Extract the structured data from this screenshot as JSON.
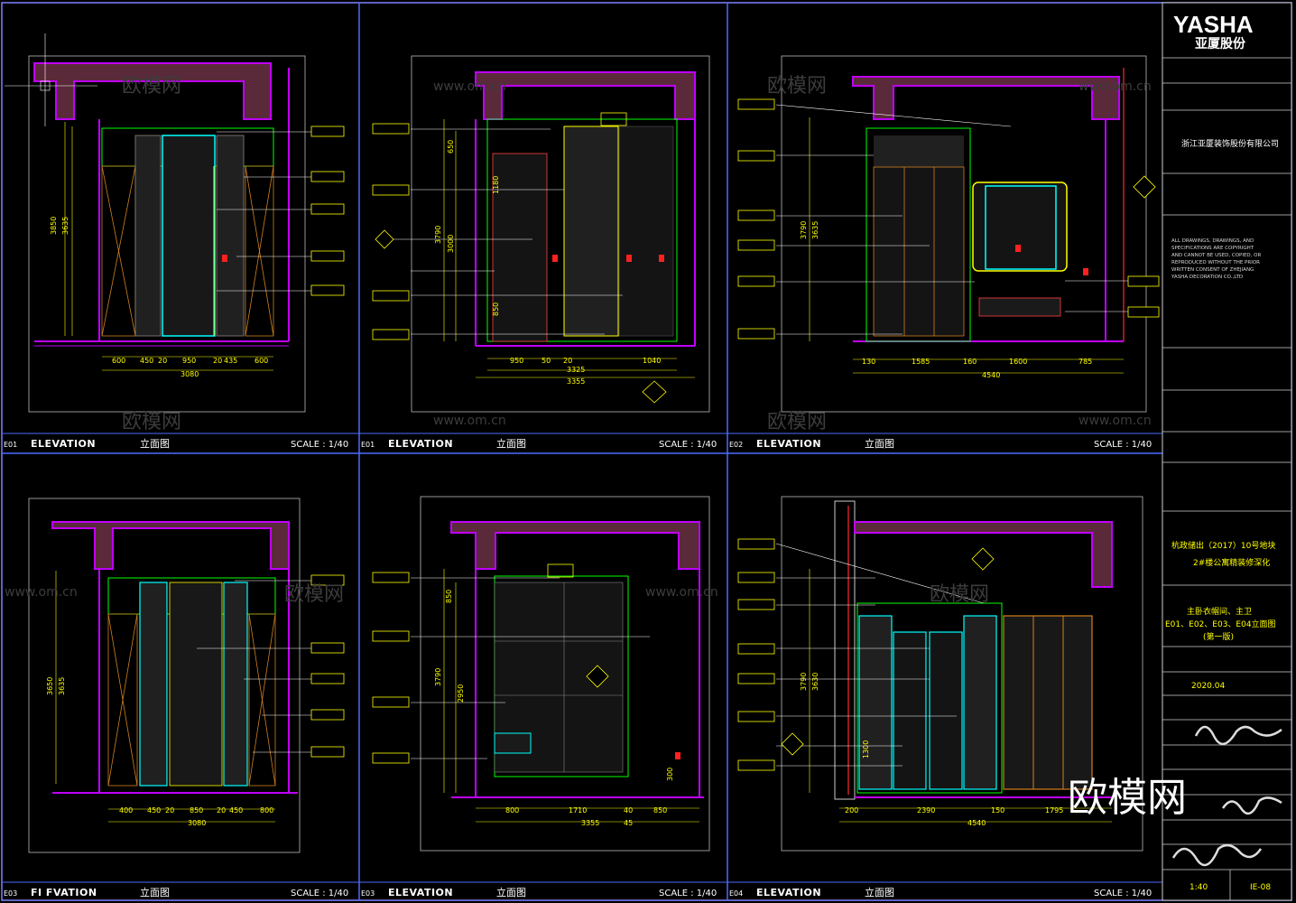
{
  "title_block": {
    "brand": "YASHA",
    "brand_cn": "亚厦股份",
    "company": "浙江亚厦装饰股份有限公司",
    "notes_lines": [
      "ALL DRAWINGS, DRAWINGS, AND",
      "SPECIFICATIONS ARE COPYRIGHT",
      "AND CANNOT BE USED, COPIED, OR",
      "REPRODUCED WITHOUT THE PRIOR",
      "WRITTEN CONSENT OF ZHEJIANG",
      "YASHA DECORATION CO.,LTD"
    ],
    "project_name_1": "杭政储出（2017）10号地块",
    "project_name_2": "2#楼公寓精装修深化",
    "drawing_title_1": "主卧衣帽间、主卫",
    "drawing_title_2": "E01、E02、E03、E04立面图",
    "drawing_title_3": "(第一版)",
    "date": "2020.04",
    "scale_value": "1:40",
    "drawing_no": "IE-08"
  },
  "watermark": {
    "cn": "欧模网",
    "url": "www.om.cn",
    "big": "欧模网"
  },
  "panels": [
    {
      "code": "E01",
      "title": "ELEVATION",
      "cn": "立面图",
      "scale": "SCALE : 1/40",
      "dims_bottom": [
        "600",
        "450",
        "20",
        "950",
        "20",
        "435",
        "600"
      ],
      "dim_total": "3080",
      "dims_left": [
        "3850",
        "3635"
      ]
    },
    {
      "code": "E01",
      "title": "ELEVATION",
      "cn": "立面图",
      "scale": "SCALE : 1/40",
      "dims_bottom": [
        "950",
        "50",
        "20",
        "1040"
      ],
      "dim_total": "3355",
      "dim_sub": "3325",
      "dims_left": [
        "650",
        "1180",
        "3790",
        "3000",
        "850"
      ]
    },
    {
      "code": "E02",
      "title": "ELEVATION",
      "cn": "立面图",
      "scale": "SCALE : 1/40",
      "dims_bottom": [
        "130",
        "1585",
        "160",
        "1600",
        "785"
      ],
      "dim_total": "4540",
      "dims_left": [
        "3790",
        "3635"
      ]
    },
    {
      "code": "E03",
      "title": "FI FVATION",
      "cn": "立面图",
      "scale": "SCALE : 1/40",
      "dims_bottom": [
        "400",
        "450",
        "20",
        "850",
        "20",
        "450",
        "800"
      ],
      "dim_total": "3080",
      "dims_left": [
        "3650",
        "3635"
      ]
    },
    {
      "code": "E03",
      "title": "ELEVATION",
      "cn": "立面图",
      "scale": "SCALE : 1/40",
      "dims_bottom": [
        "800",
        "1710",
        "40",
        "850"
      ],
      "dim_total": "3355",
      "dim_sub": "45",
      "dims_left": [
        "850",
        "3790",
        "2950",
        "300"
      ]
    },
    {
      "code": "E04",
      "title": "ELEVATION",
      "cn": "立面图",
      "scale": "SCALE : 1/40",
      "dims_bottom": [
        "200",
        "2390",
        "150",
        "1795"
      ],
      "dim_total": "4540",
      "dims_left": [
        "3790",
        "3630",
        "1300"
      ]
    }
  ]
}
